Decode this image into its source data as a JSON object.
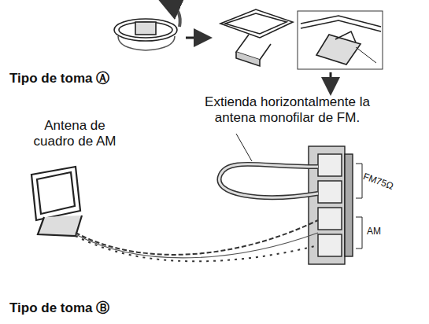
{
  "diagram": {
    "labels": [
      "Tipo de toma Ⓐ",
      "Antena de cuadro de AM",
      "Extienda horizontalmente la antena monofilar de FM.",
      "FM75Ω",
      "AM",
      "Tipo de toma Ⓑ"
    ]
  }
}
